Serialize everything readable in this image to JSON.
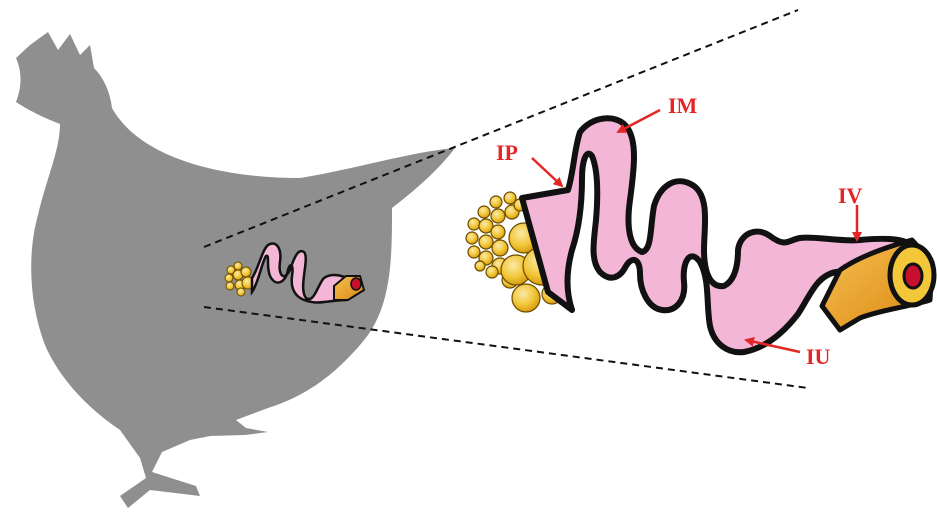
{
  "labels": {
    "ip": "IP",
    "im": "IM",
    "iv": "IV",
    "iu": "IU"
  },
  "colors": {
    "silhouette": "#8f8f8f",
    "oviduct_fill": "#f4b6d6",
    "outline": "#111111",
    "yolk": "#f2c739",
    "cloaca": "#e59a1c",
    "cloaca_center": "#c8102e",
    "label_red": "#e32626"
  }
}
